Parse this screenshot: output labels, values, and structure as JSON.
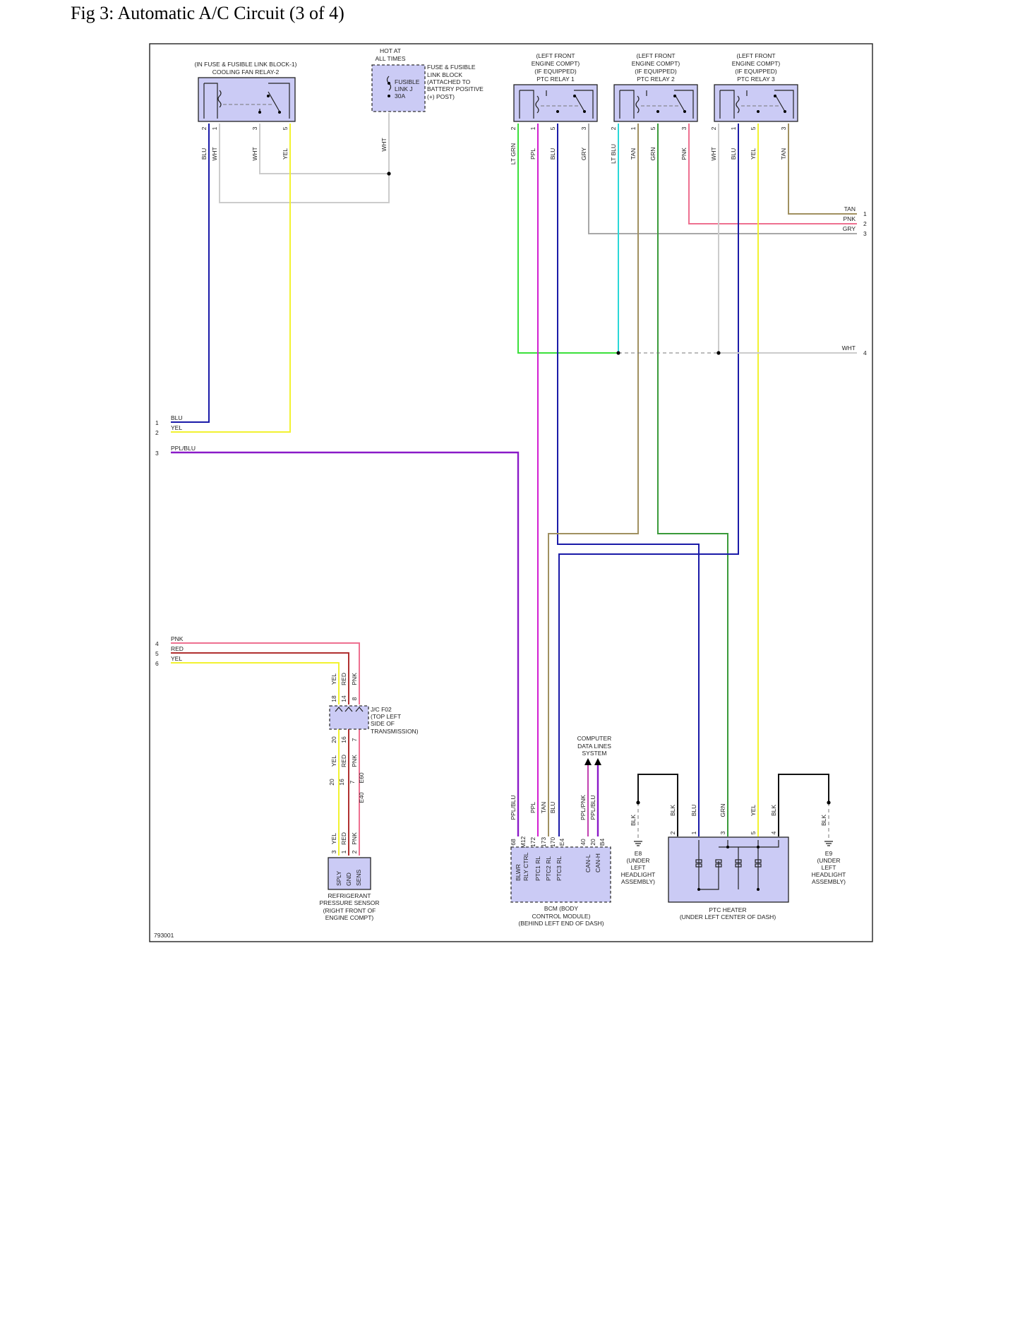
{
  "title": "Fig 3: Automatic A/C Circuit (3 of 4)",
  "diagram_id": "793001",
  "colors": {
    "BLU": "#1a1aa8",
    "WHT": "#cccccc",
    "YEL": "#f2f230",
    "PPL": "#d21ed2",
    "PPL/BLU": "#8a1ac8",
    "LT GRN": "#3ae03a",
    "GRY": "#a8a8a8",
    "LT BLU": "#2ad8d8",
    "TAN": "#a09060",
    "GRN": "#3a9a3a",
    "PNK": "#ee7090",
    "RED": "#b03030",
    "BLK": "#111111",
    "PPL/PNK": "#c040b0",
    "box_fill": "#cbcbf5"
  },
  "components": {
    "cooling_fan_relay": {
      "l1": "(IN FUSE & FUSIBLE LINK BLOCK-1)",
      "l2": "COOLING FAN RELAY-2"
    },
    "hot": {
      "l1": "HOT AT",
      "l2": "ALL TIMES"
    },
    "fusible_link": {
      "l1": "FUSIBLE",
      "l2": "LINK J",
      "l3": "30A"
    },
    "fuse_block": {
      "l1": "FUSE & FUSIBLE",
      "l2": "LINK BLOCK",
      "l3": "(ATTACHED TO",
      "l4": "BATTERY POSITIVE",
      "l5": "(+) POST)"
    },
    "ptc_relay_1": {
      "l1": "(LEFT FRONT",
      "l2": "ENGINE COMPT)",
      "l3": "(IF EQUIPPED)",
      "l4": "PTC RELAY 1"
    },
    "ptc_relay_2": {
      "l1": "(LEFT FRONT",
      "l2": "ENGINE COMPT)",
      "l3": "(IF EQUIPPED)",
      "l4": "PTC RELAY 2"
    },
    "ptc_relay_3": {
      "l1": "(LEFT FRONT",
      "l2": "ENGINE COMPT)",
      "l3": "(IF EQUIPPED)",
      "l4": "PTC RELAY 3"
    },
    "jc_f02": {
      "l1": "J/C F02",
      "l2": "(TOP LEFT",
      "l3": "SIDE OF",
      "l4": "TRANSMISSION)"
    },
    "computer": {
      "l1": "COMPUTER",
      "l2": "DATA LINES",
      "l3": "SYSTEM"
    },
    "refrigerant": {
      "l1": "REFRIGERANT",
      "l2": "PRESSURE SENSOR",
      "l3": "(RIGHT FRONT OF",
      "l4": "ENGINE COMPT)"
    },
    "bcm": {
      "l1": "BCM (BODY",
      "l2": "CONTROL MODULE)",
      "l3": "(BEHIND LEFT END OF DASH)"
    },
    "ptc_heater": {
      "l1": "PTC HEATER",
      "l2": "(UNDER LEFT CENTER OF DASH)"
    },
    "e8": {
      "l1": "E8",
      "l2": "(UNDER",
      "l3": "LEFT",
      "l4": "HEADLIGHT",
      "l5": "ASSEMBLY)"
    },
    "e9": {
      "l1": "E9",
      "l2": "(UNDER",
      "l3": "LEFT",
      "l4": "HEADLIGHT",
      "l5": "ASSEMBLY)"
    }
  },
  "left_connectors": [
    {
      "num": "1",
      "color": "BLU"
    },
    {
      "num": "2",
      "color": "YEL"
    },
    {
      "num": "3",
      "color": "PPL/BLU"
    },
    {
      "num": "4",
      "color": "PNK"
    },
    {
      "num": "5",
      "color": "RED"
    },
    {
      "num": "6",
      "color": "YEL"
    }
  ],
  "right_connectors": [
    {
      "num": "1",
      "color": "TAN"
    },
    {
      "num": "2",
      "color": "PNK"
    },
    {
      "num": "3",
      "color": "GRY"
    },
    {
      "num": "4",
      "color": "WHT"
    }
  ],
  "pins": {
    "cfr": [
      "2",
      "1",
      "3",
      "5"
    ],
    "r1": [
      "2",
      "1",
      "5",
      "3"
    ],
    "r2": [
      "2",
      "1",
      "5",
      "3"
    ],
    "r3": [
      "2",
      "1",
      "5",
      "3"
    ],
    "jc_top": [
      "18",
      "14",
      "8"
    ],
    "jc_bot": [
      "20",
      "16",
      "7"
    ],
    "e40": "E40",
    "e60": "E60",
    "sens": [
      "3",
      "1",
      "2"
    ],
    "bcm": [
      "68",
      "M12",
      "172",
      "173",
      "170",
      "E4",
      "40",
      "20",
      "B4"
    ],
    "heater": [
      "2",
      "1",
      "3",
      "5",
      "4"
    ]
  },
  "wire_labels": {
    "cfr": [
      "BLU",
      "WHT",
      "WHT",
      "YEL"
    ],
    "fuse": "WHT",
    "r1": [
      "LT GRN",
      "PPL",
      "BLU",
      "GRY"
    ],
    "r2": [
      "LT BLU",
      "TAN",
      "GRN",
      "PNK"
    ],
    "r3": [
      "WHT",
      "BLU",
      "YEL",
      "TAN"
    ],
    "jc_top": [
      "YEL",
      "RED",
      "PNK"
    ],
    "jc_bot": [
      "YEL",
      "RED",
      "PNK"
    ],
    "sens": [
      "YEL",
      "RED",
      "PNK"
    ],
    "bcm": [
      "PPL/BLU",
      "PPL",
      "TAN",
      "BLU",
      "PPL/PNK",
      "PPL/BLU"
    ],
    "heater": [
      "BLK",
      "BLU",
      "GRN",
      "YEL",
      "BLK"
    ],
    "e8": "BLK",
    "e9": "BLK"
  },
  "sensor_terms": [
    "SPLY",
    "GND",
    "SENS"
  ],
  "bcm_terms": [
    "BLWR",
    "RLY CTRL",
    "PTC1 RL",
    "PTC2 RL",
    "PTC3 RL",
    "CAN-L",
    "CAN-H"
  ]
}
